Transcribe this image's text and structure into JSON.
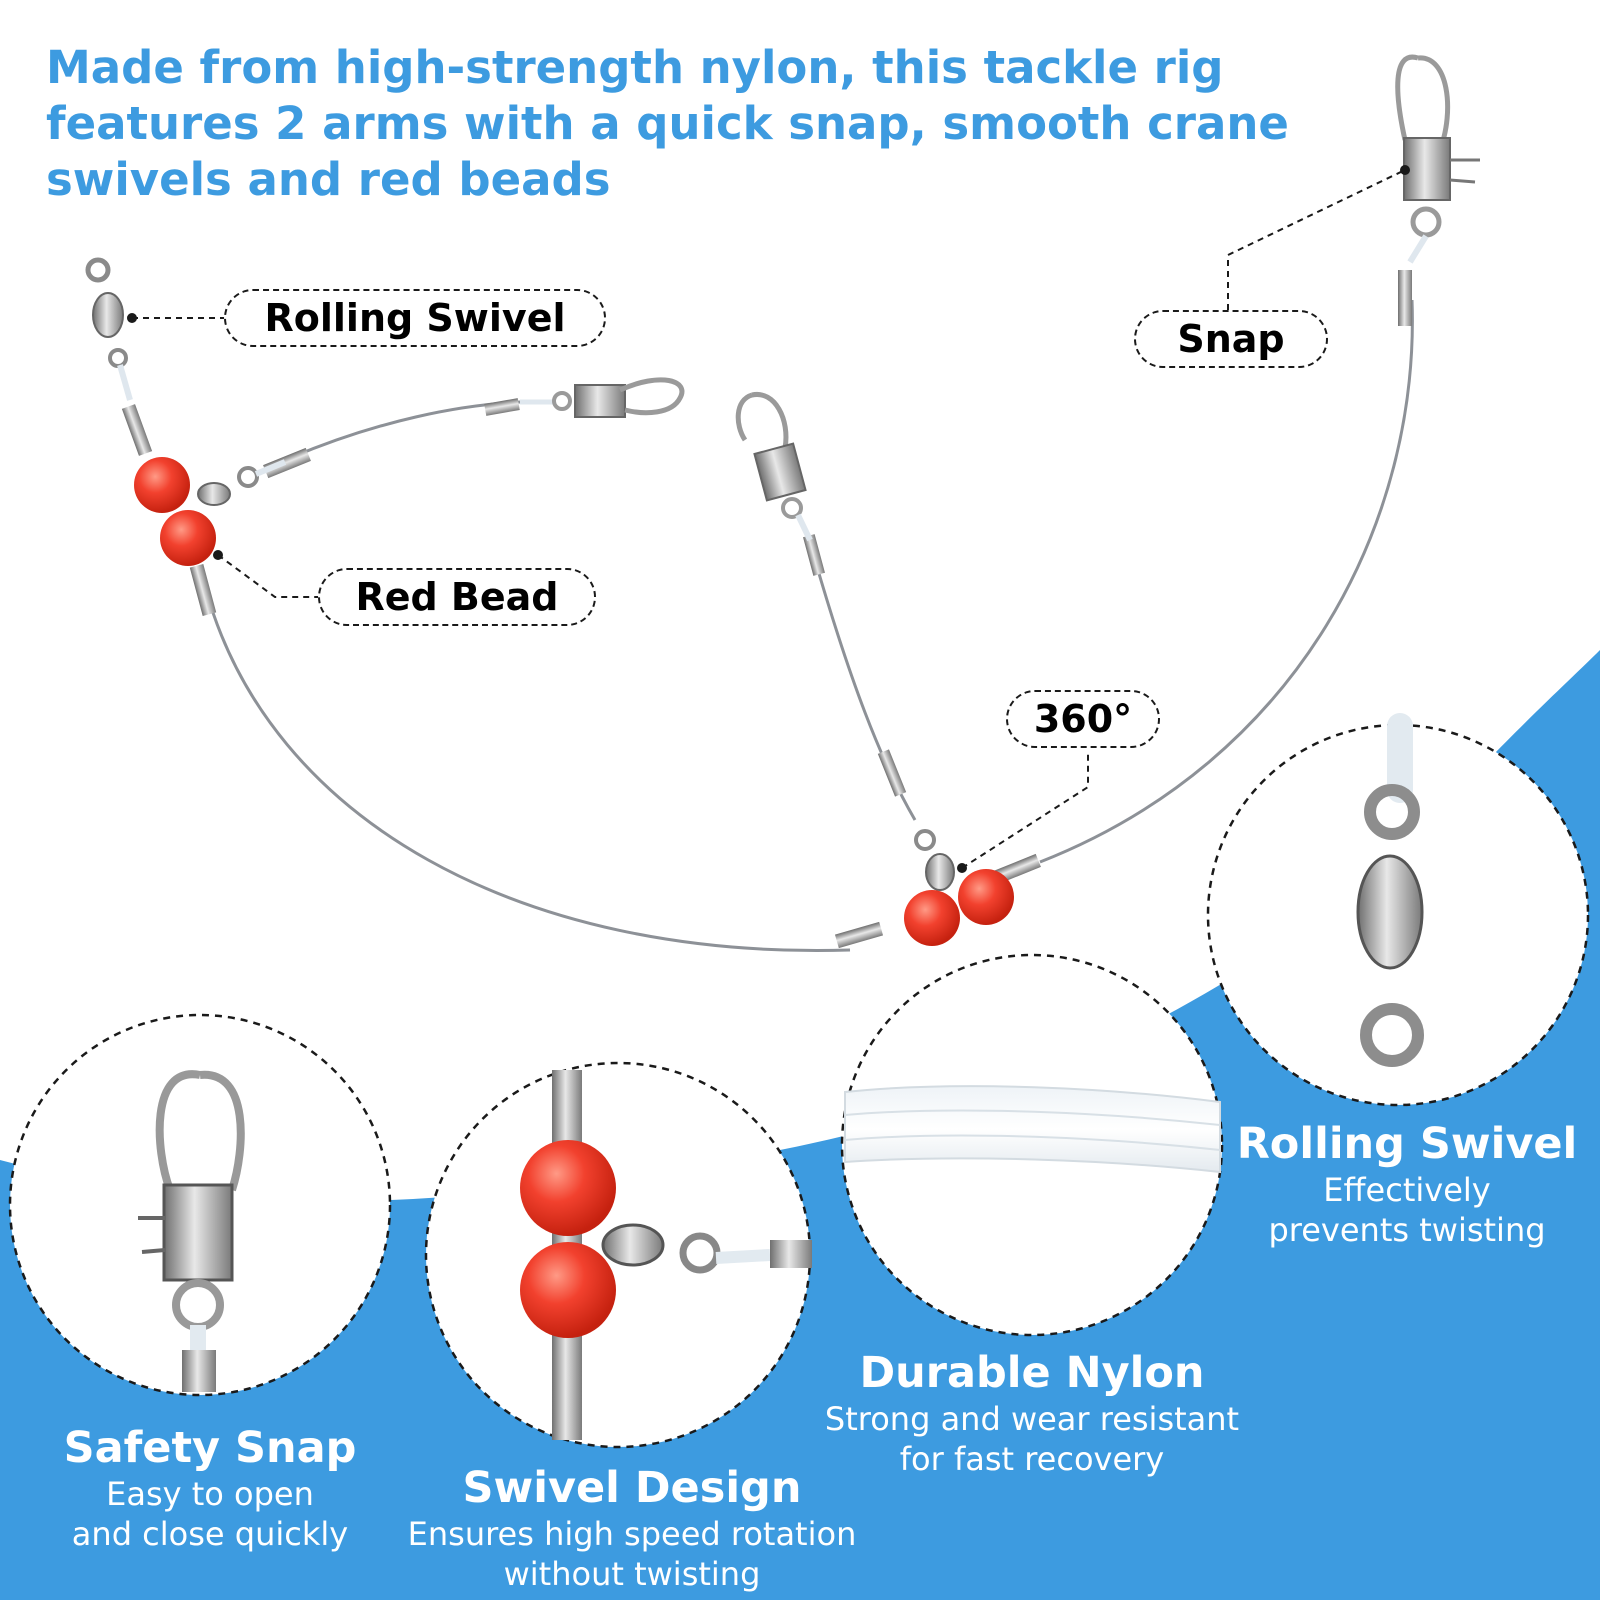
{
  "headline": "Made from high-strength nylon, this tackle rig features 2 arms with a quick snap, smooth crane swivels and red beads",
  "callouts": {
    "rolling_swivel": "Rolling Swivel",
    "red_bead": "Red Bead",
    "snap": "Snap",
    "rotation": "360°"
  },
  "features": {
    "rolling_swivel": {
      "title": "Rolling Swivel",
      "desc_line1": "Effectively",
      "desc_line2": "prevents twisting"
    },
    "durable_nylon": {
      "title": "Durable Nylon",
      "desc_line1": "Strong and wear resistant",
      "desc_line2": "for fast recovery"
    },
    "safety_snap": {
      "title": "Safety Snap",
      "desc_line1": "Easy to open",
      "desc_line2": "and close quickly"
    },
    "swivel_design": {
      "title": "Swivel Design",
      "desc_line1": "Ensures high speed rotation",
      "desc_line2": "without twisting"
    }
  },
  "colors": {
    "accent_blue": "#3d9be0",
    "bead_red": "#f2412e",
    "metal": "#a9a9a9",
    "text_dark": "#000000",
    "text_light": "#ffffff"
  }
}
